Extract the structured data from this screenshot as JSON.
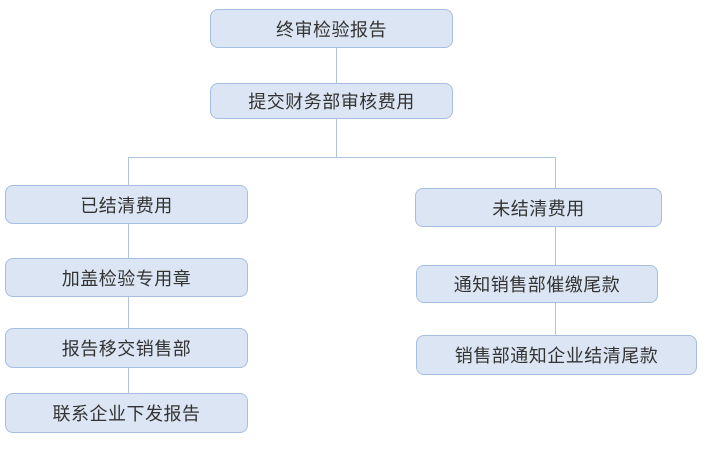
{
  "diagram": {
    "title": "report-issuance-flowchart",
    "colors": {
      "node_fill": "#dbe5f3",
      "node_border": "#a6bedf",
      "connector": "#b1c4dd",
      "text": "#333333",
      "background": "#ffffff"
    },
    "nodes": [
      {
        "id": "final-report",
        "label": "终审检验报告"
      },
      {
        "id": "submit-finance",
        "label": "提交财务部审核费用"
      },
      {
        "id": "fees-settled",
        "label": "已结清费用"
      },
      {
        "id": "stamp-seal",
        "label": "加盖检验专用章"
      },
      {
        "id": "report-to-sales",
        "label": "报告移交销售部"
      },
      {
        "id": "contact-enterprise",
        "label": "联系企业下发报告"
      },
      {
        "id": "fees-unsettled",
        "label": "未结清费用"
      },
      {
        "id": "notify-sales",
        "label": "通知销售部催缴尾款"
      },
      {
        "id": "sales-notify",
        "label": "销售部通知企业结清尾款"
      }
    ],
    "edges": [
      {
        "from": "final-report",
        "to": "submit-finance"
      },
      {
        "from": "submit-finance",
        "to": "fees-settled"
      },
      {
        "from": "submit-finance",
        "to": "fees-unsettled"
      },
      {
        "from": "fees-settled",
        "to": "stamp-seal"
      },
      {
        "from": "stamp-seal",
        "to": "report-to-sales"
      },
      {
        "from": "report-to-sales",
        "to": "contact-enterprise"
      },
      {
        "from": "fees-unsettled",
        "to": "notify-sales"
      },
      {
        "from": "notify-sales",
        "to": "sales-notify"
      }
    ]
  }
}
